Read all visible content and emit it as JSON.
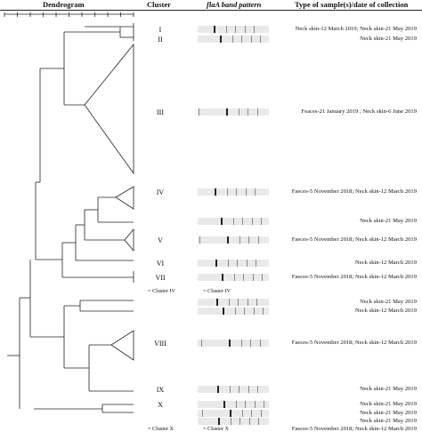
{
  "headers": {
    "dendrogram": "Dendrogram",
    "cluster": "Cluster",
    "band_pattern": "flaA band pattern",
    "sample_type": "Type of sample(s)/date of collection"
  },
  "clusters": [
    {
      "label": "I",
      "sample": "Neck skin-12 March 2019; Neck skin-21 May 2019"
    },
    {
      "label": "II",
      "sample": "Neck skin-21 May 2019"
    },
    {
      "label": "III",
      "sample": "Feaces-21 January 2019 ; Neck skin-6 June 2019"
    },
    {
      "label": "IV",
      "sample": "Faeces-5 November 2018; Neck skin-12 March 2019"
    },
    {
      "label": "",
      "sample": "Neck skin-21 May 2019"
    },
    {
      "label": "V",
      "sample": "Faeces-5 November 2018; Neck skin-12 March 2019"
    },
    {
      "label": "VI",
      "sample": "Neck skin-12 March 2019"
    },
    {
      "label": "VII",
      "sample": "Faeces-5 November 2018; Neck skin-12 March 2019"
    },
    {
      "label": "= Cluster IV",
      "band": "= Cluster IV",
      "sample": ""
    },
    {
      "label": "",
      "sample": "Neck skin-21 May 2019"
    },
    {
      "label": "",
      "sample": "Neck skin-12 March 2019"
    },
    {
      "label": "VIII",
      "sample": "Faeces-5 November 2018; Neck skin-12 March 2019"
    },
    {
      "label": "IX",
      "sample": "Neck skin-21 May 2019"
    },
    {
      "label": "X",
      "sample": "Neck skin-21 May 2019"
    },
    {
      "label": "",
      "sample": "Neck skin-21 May 2019"
    },
    {
      "label": "",
      "sample": "Neck skin-21 May 2019"
    },
    {
      "label": "= Cluster X",
      "band": "= Cluster X",
      "sample": "Faeces-5 November 2018; Neck skin-12 March 2019"
    }
  ],
  "colors": {
    "line": "#222222",
    "band_bg": "#e9e9e9",
    "band_dark": "#222222"
  }
}
